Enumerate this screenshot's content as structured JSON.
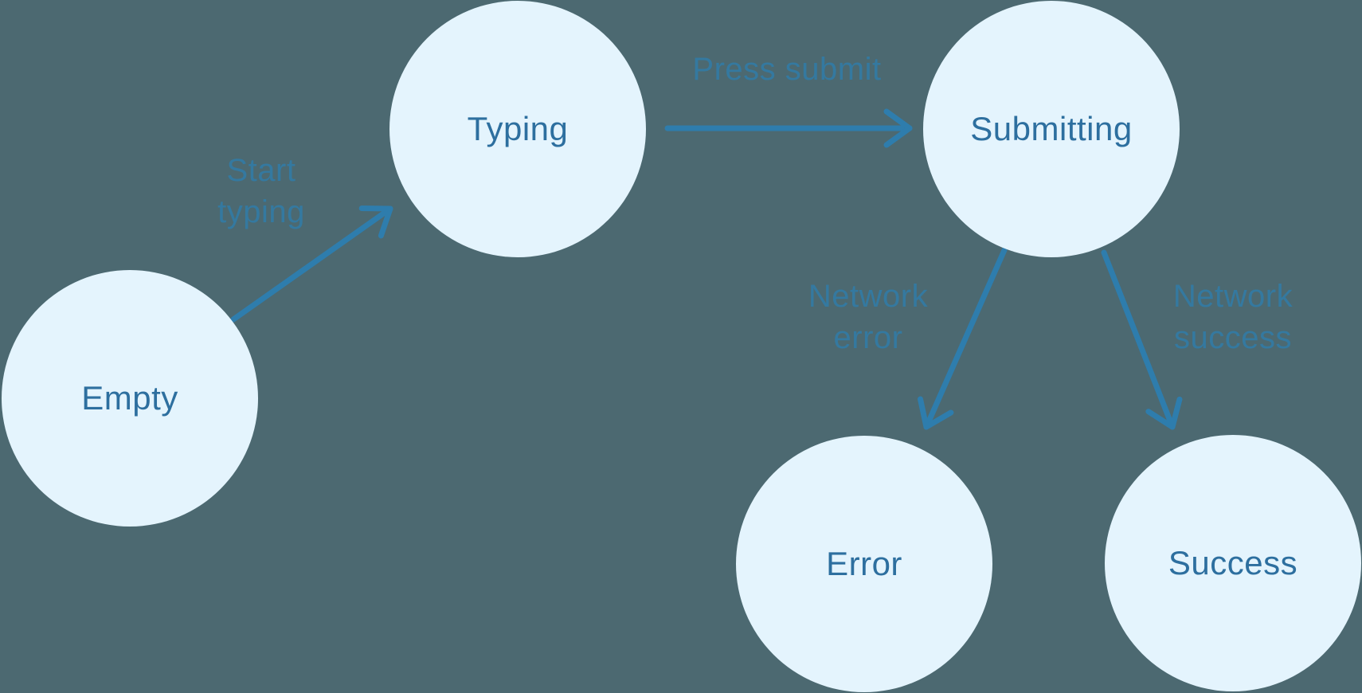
{
  "diagram": {
    "type": "state-machine",
    "colors": {
      "background": "#4c6971",
      "node_fill": "#e4f4fd",
      "node_text": "#2d6f9f",
      "arrow": "#2e7dad",
      "edge_label": "#2e7dad"
    },
    "states": [
      {
        "id": "empty",
        "label": "Empty"
      },
      {
        "id": "typing",
        "label": "Typing"
      },
      {
        "id": "submitting",
        "label": "Submitting"
      },
      {
        "id": "error",
        "label": "Error"
      },
      {
        "id": "success",
        "label": "Success"
      }
    ],
    "transitions": [
      {
        "from": "empty",
        "to": "typing",
        "label": "Start typing"
      },
      {
        "from": "typing",
        "to": "submitting",
        "label": "Press submit"
      },
      {
        "from": "submitting",
        "to": "error",
        "label": "Network error"
      },
      {
        "from": "submitting",
        "to": "success",
        "label": "Network success"
      }
    ]
  }
}
